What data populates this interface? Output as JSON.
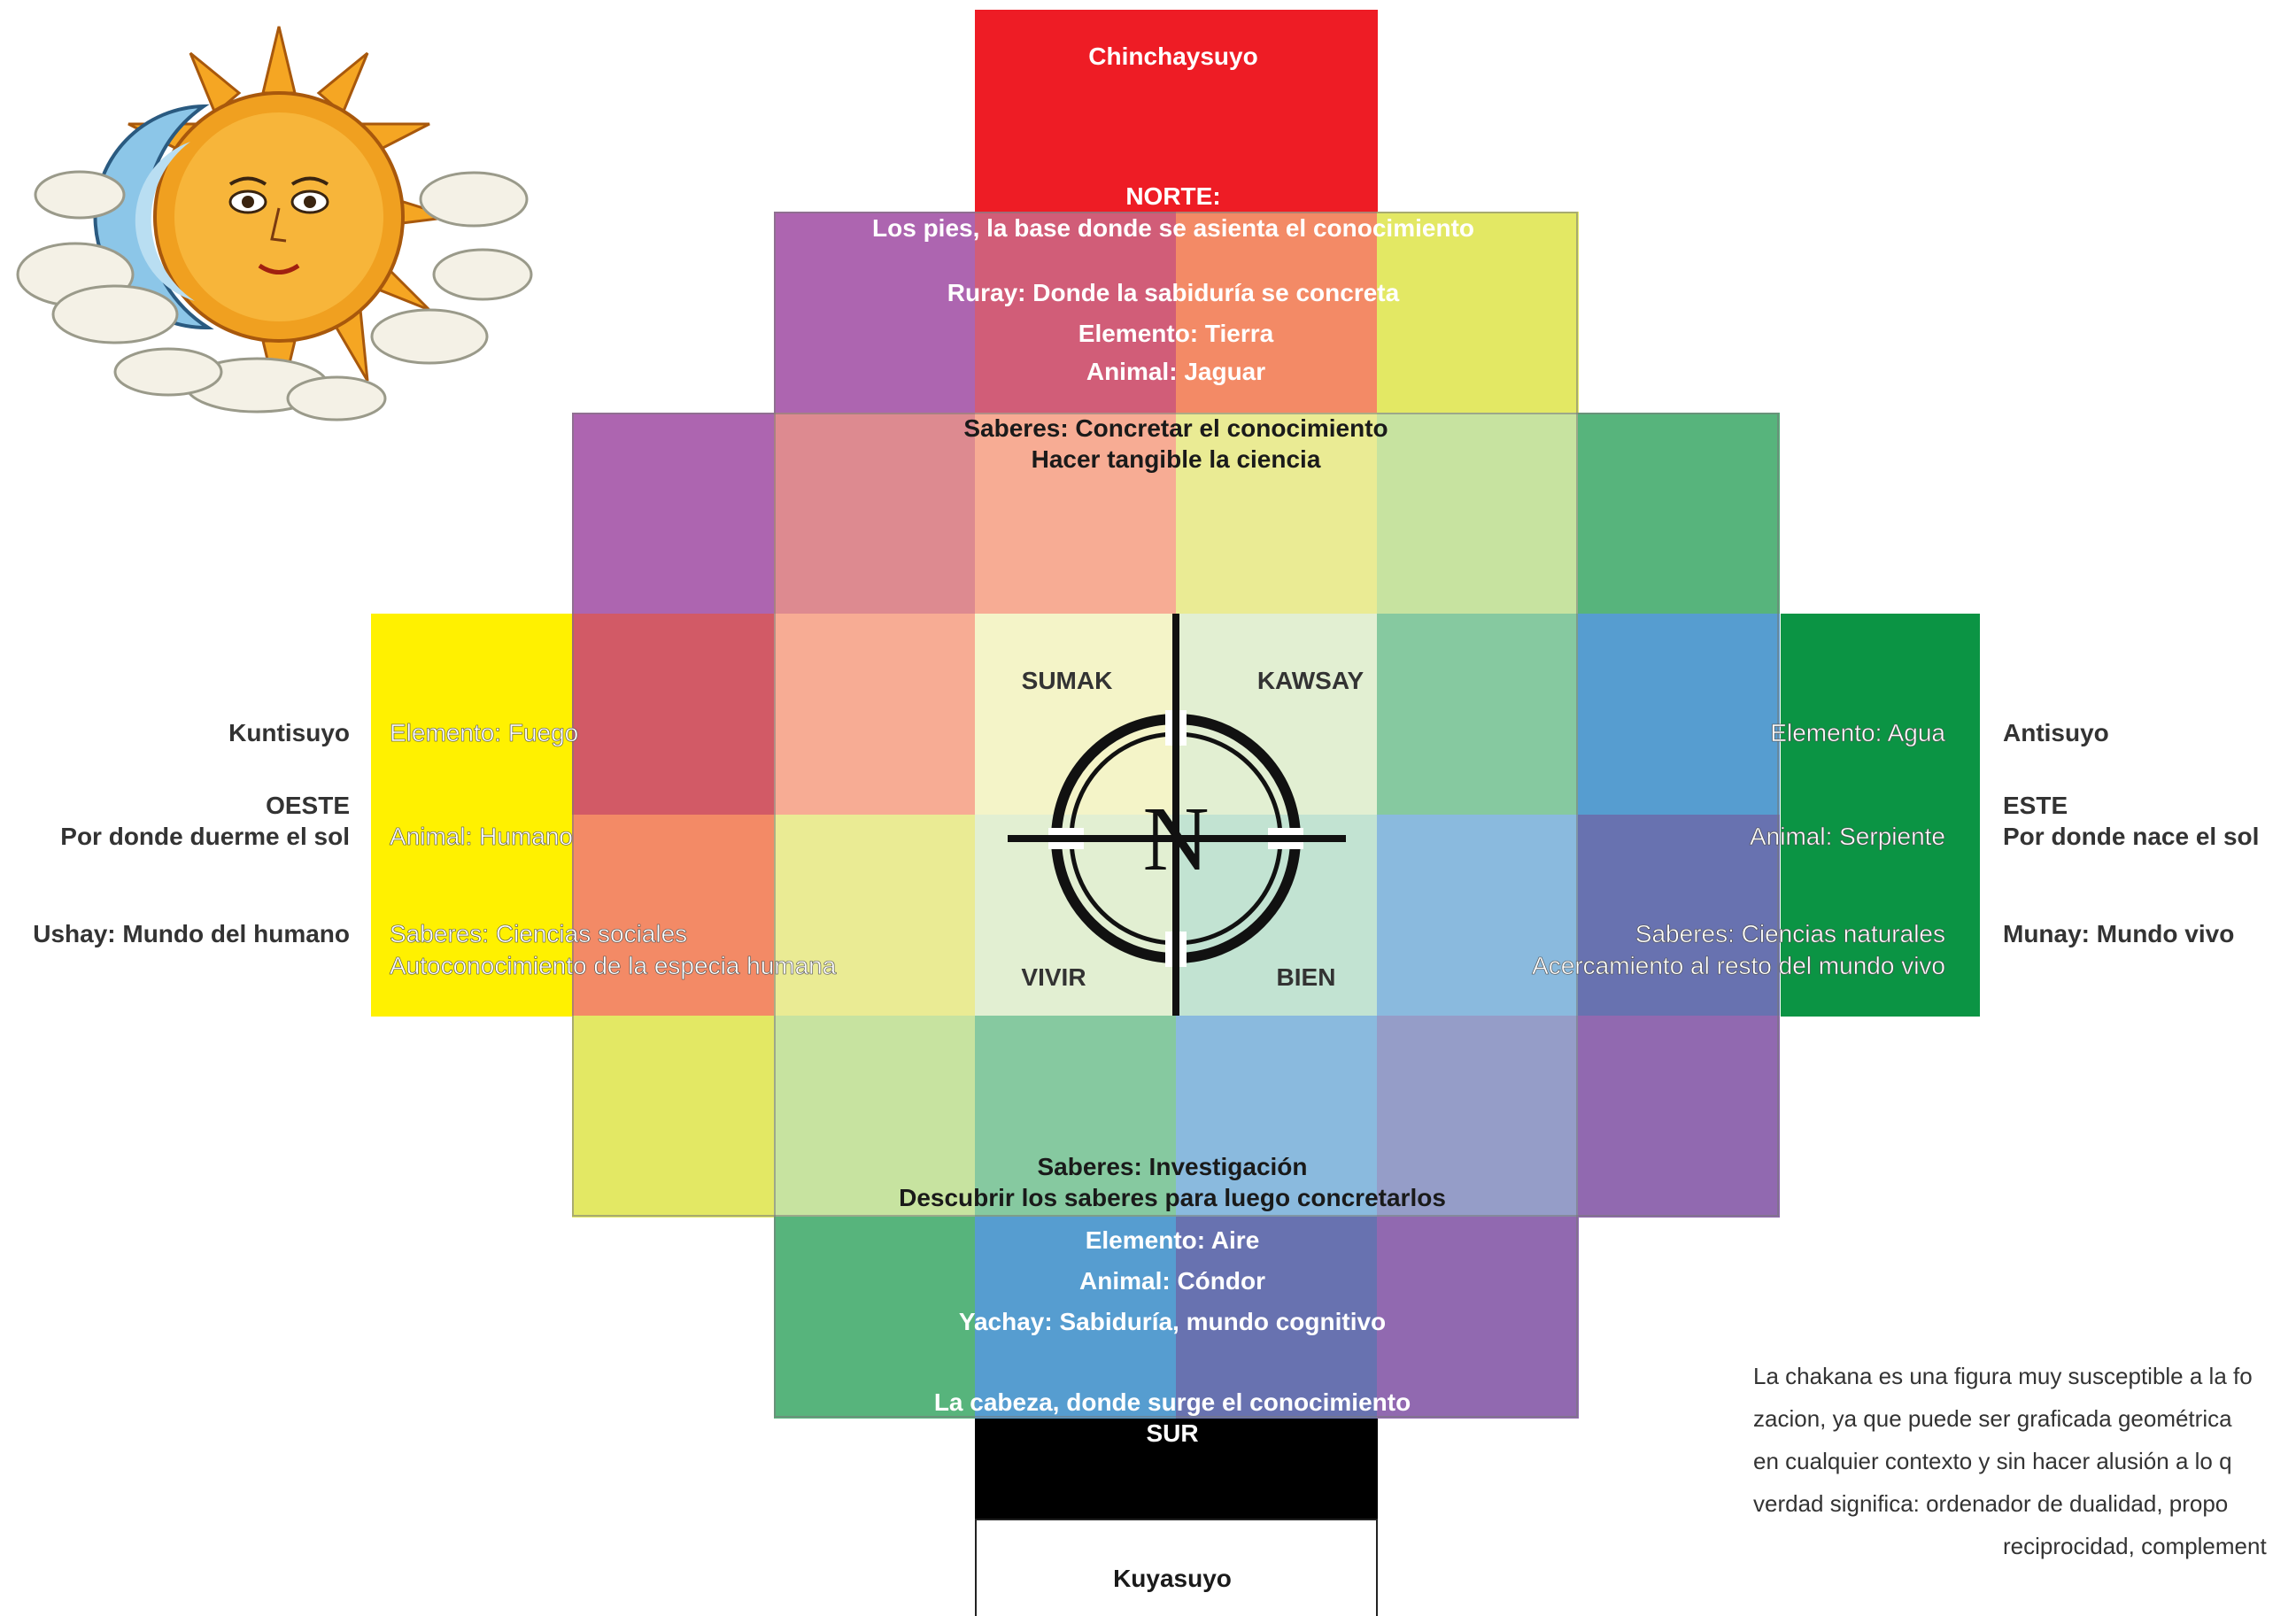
{
  "north": {
    "suyo": "Chinchaysuyo",
    "direction": "NORTE:",
    "meaning": "Los pies, la base donde se asienta el conocimiento",
    "world": "Ruray: Donde la sabiduría se concreta",
    "element": "Elemento: Tierra",
    "animal": "Animal: Jaguar",
    "knowledge": "Saberes: Concretar el conocimiento",
    "knowledge_detail": "Hacer tangible la ciencia"
  },
  "south": {
    "knowledge": "Saberes: Investigación",
    "knowledge_detail": "Descubrir los saberes para luego concretarlos",
    "element": "Elemento: Aire",
    "animal": "Animal: Cóndor",
    "world": "Yachay: Sabiduría, mundo cognitivo",
    "meaning": "La cabeza, donde surge el conocimiento",
    "direction": "SUR",
    "suyo": "Kuyasuyo"
  },
  "west": {
    "suyo": "Kuntisuyo",
    "direction": "OESTE",
    "direction_detail": "Por donde duerme el sol",
    "world": "Ushay: Mundo del humano",
    "element": "Elemento: Fuego",
    "animal": "Animal: Humano",
    "knowledge": "Saberes: Ciencias sociales",
    "knowledge_detail": "Autoconocimiento de la especia humana"
  },
  "east": {
    "suyo": "Antisuyo",
    "direction": "ESTE",
    "direction_detail": "Por donde nace el sol",
    "world": "Munay: Mundo vivo",
    "element": "Elemento: Agua",
    "animal": "Animal: Serpiente",
    "knowledge": "Saberes: Ciencias naturales",
    "knowledge_detail": "Acercamiento al resto del mundo vivo"
  },
  "center": {
    "words": [
      "SUMAK",
      "KAWSAY",
      "VIVIR",
      "BIEN"
    ],
    "compass_letter": "N"
  },
  "paragraph": [
    "La chakana es una figura muy susceptible a la fo",
    "zacion, ya que puede ser graficada geométrica",
    "en cualquier contexto y sin hacer alusión a lo q",
    "verdad significa: ordenador de dualidad, propo",
    "reciprocidad, complement"
  ],
  "colors": {
    "north_bar": "#ee1c25",
    "south_bar": "#000000",
    "west_bar": "#fff100",
    "east_bar": "#0b9444",
    "sun": "#f0a020",
    "moon": "#8cc6e8"
  }
}
